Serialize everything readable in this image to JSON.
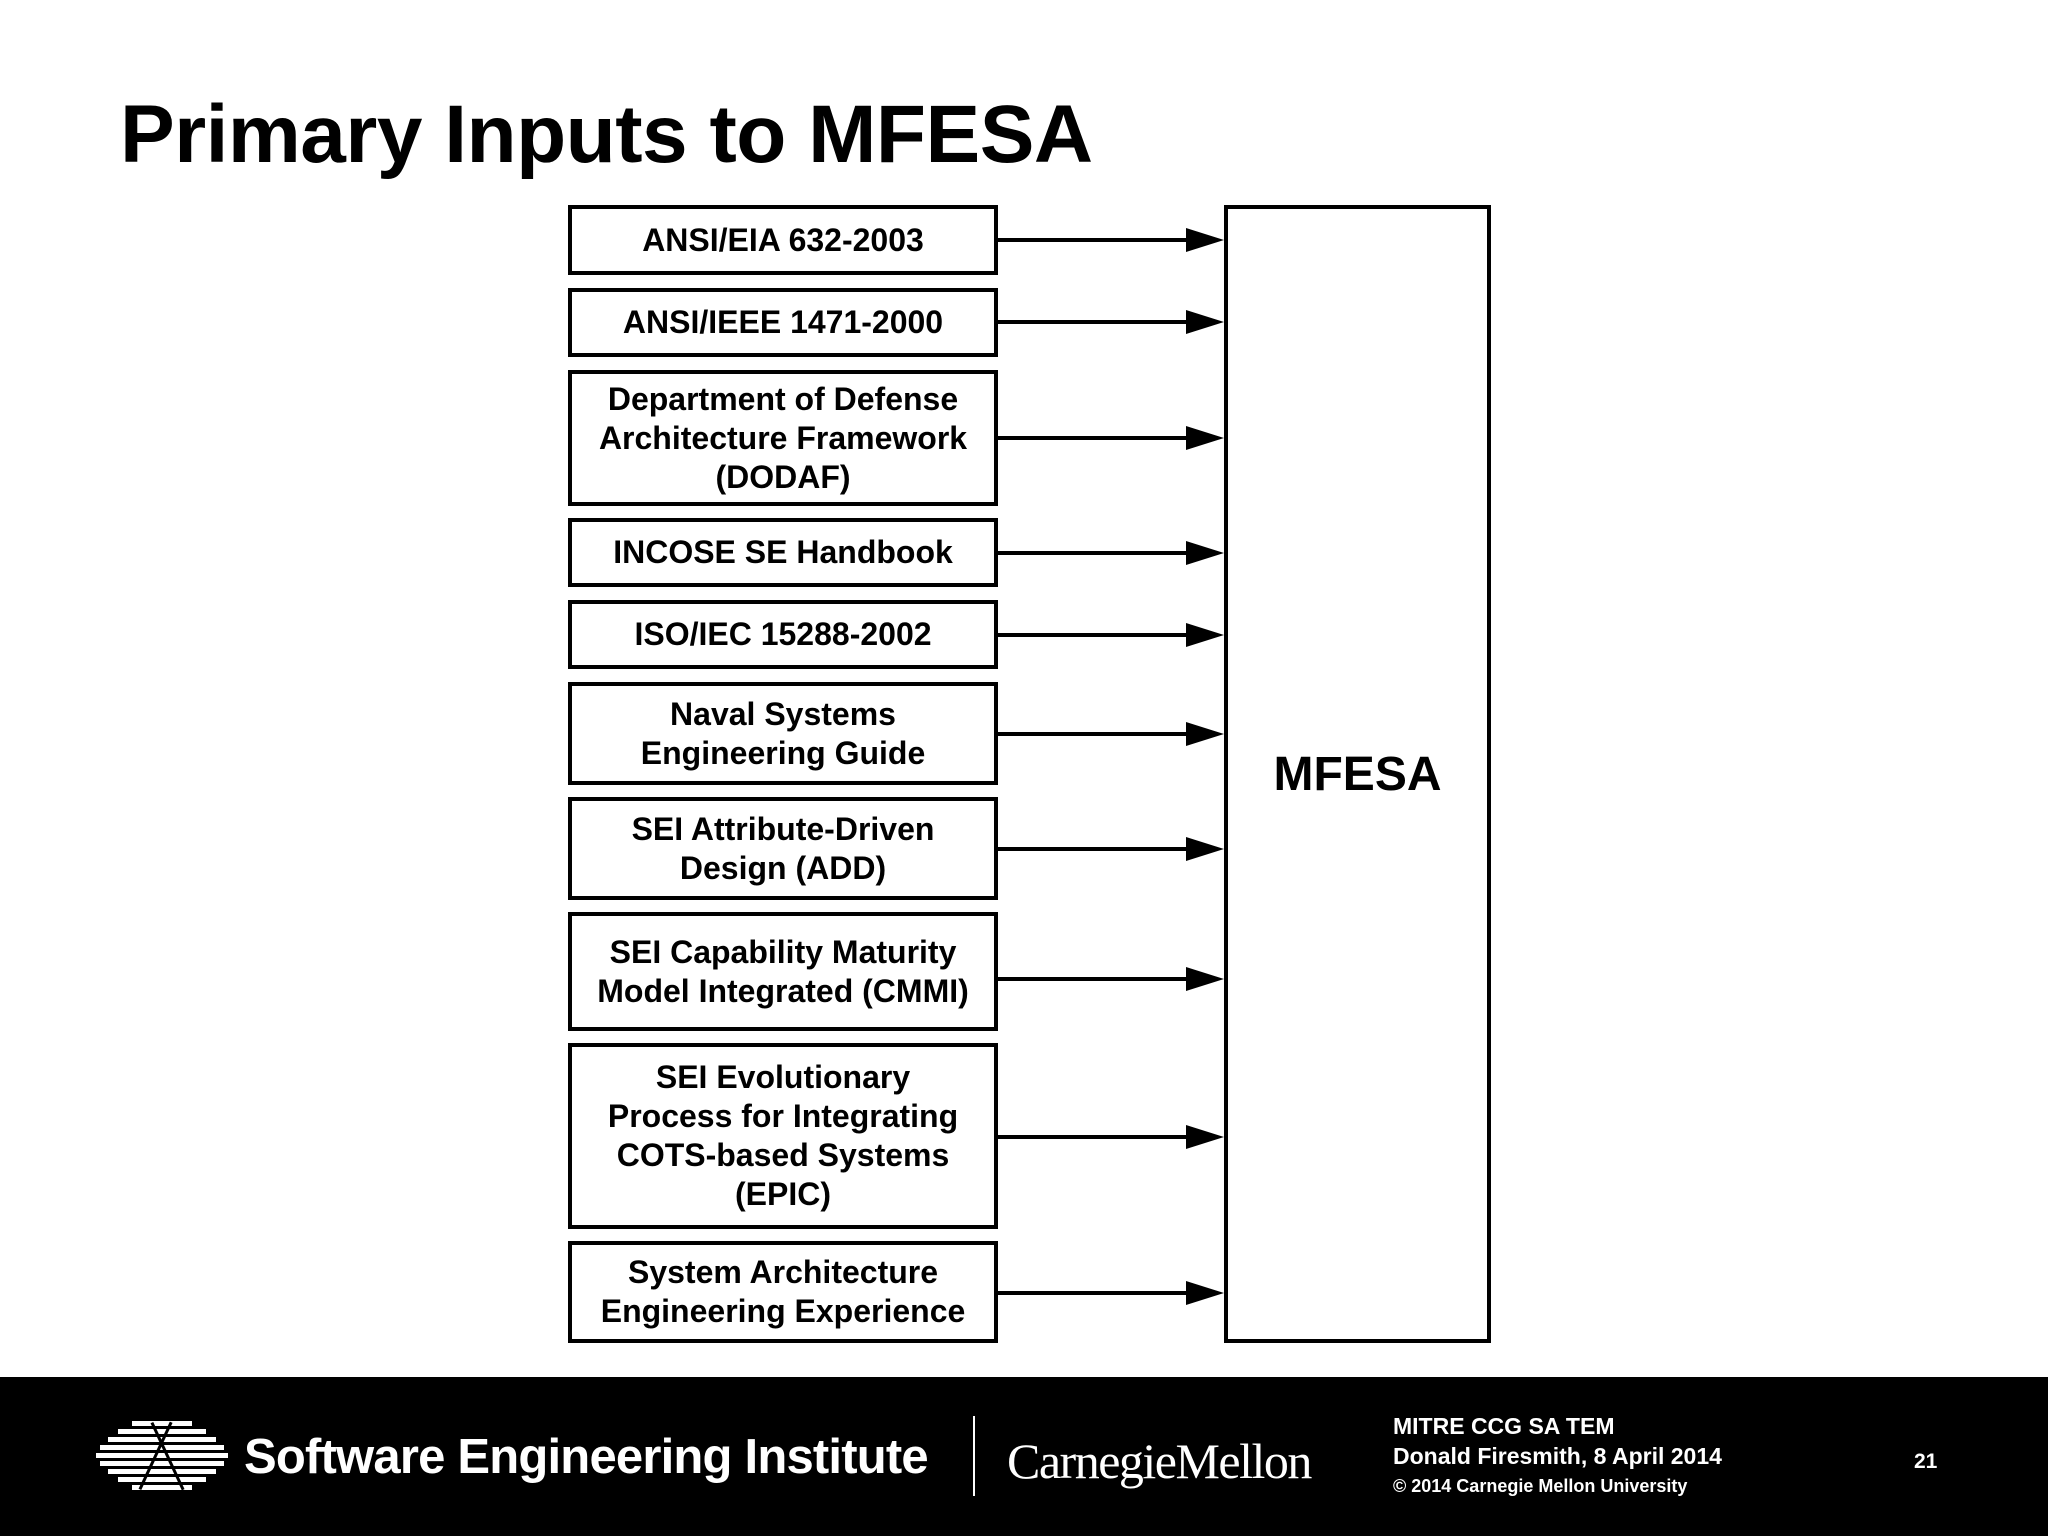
{
  "slide": {
    "title": "Primary Inputs to MFESA"
  },
  "diagram": {
    "target": {
      "label": "MFESA"
    },
    "inputs": [
      {
        "label": "ANSI/EIA 632-2003"
      },
      {
        "label": "ANSI/IEEE 1471-2000"
      },
      {
        "label": "Department of Defense\nArchitecture Framework\n(DODAF)"
      },
      {
        "label": "INCOSE SE Handbook"
      },
      {
        "label": "ISO/IEC 15288-2002"
      },
      {
        "label": "Naval Systems\nEngineering Guide"
      },
      {
        "label": "SEI Attribute-Driven\nDesign (ADD)"
      },
      {
        "label": "SEI Capability Maturity\nModel Integrated (CMMI)"
      },
      {
        "label": "SEI Evolutionary\nProcess for Integrating\nCOTS-based Systems\n(EPIC)"
      },
      {
        "label": "System Architecture\nEngineering Experience"
      }
    ]
  },
  "footer": {
    "institute": "Software Engineering Institute",
    "university": "CarnegieMellon",
    "event": "MITRE CCG SA TEM",
    "presenter": "Donald Firesmith, 8 April 2014",
    "copyright": "© 2014 Carnegie Mellon University",
    "page_number": "21"
  }
}
